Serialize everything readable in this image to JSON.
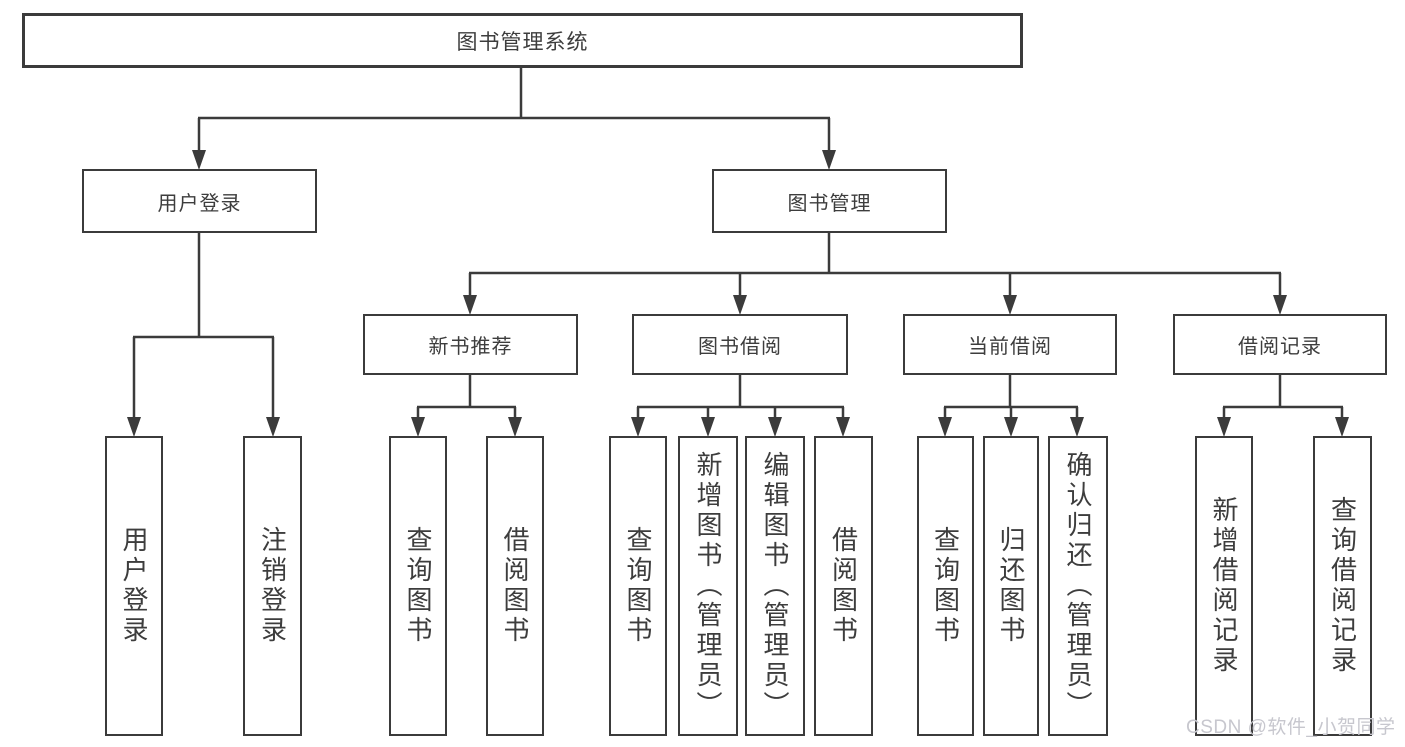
{
  "diagram_type": "hierarchy-tree",
  "colors": {
    "line": "#3b3b3b",
    "box_border": "#3b3b3b",
    "text": "#3d3d3d",
    "background": "#ffffff",
    "watermark": "#c7c7ce"
  },
  "tree": {
    "label": "图书管理系统",
    "children": [
      {
        "label": "用户登录",
        "children": [
          {
            "label": "用户登录"
          },
          {
            "label": "注销登录"
          }
        ]
      },
      {
        "label": "图书管理",
        "children": [
          {
            "label": "新书推荐",
            "children": [
              {
                "label": "查询图书"
              },
              {
                "label": "借阅图书"
              }
            ]
          },
          {
            "label": "图书借阅",
            "children": [
              {
                "label": "查询图书"
              },
              {
                "label": "新增图书（管理员）"
              },
              {
                "label": "编辑图书（管理员）"
              },
              {
                "label": "借阅图书"
              }
            ]
          },
          {
            "label": "当前借阅",
            "children": [
              {
                "label": "查询图书"
              },
              {
                "label": "归还图书"
              },
              {
                "label": "确认归还（管理员）"
              }
            ]
          },
          {
            "label": "借阅记录",
            "children": [
              {
                "label": "新增借阅记录"
              },
              {
                "label": "查询借阅记录"
              }
            ]
          }
        ]
      }
    ]
  },
  "watermark": {
    "text": "CSDN @软件_小贺同学"
  }
}
